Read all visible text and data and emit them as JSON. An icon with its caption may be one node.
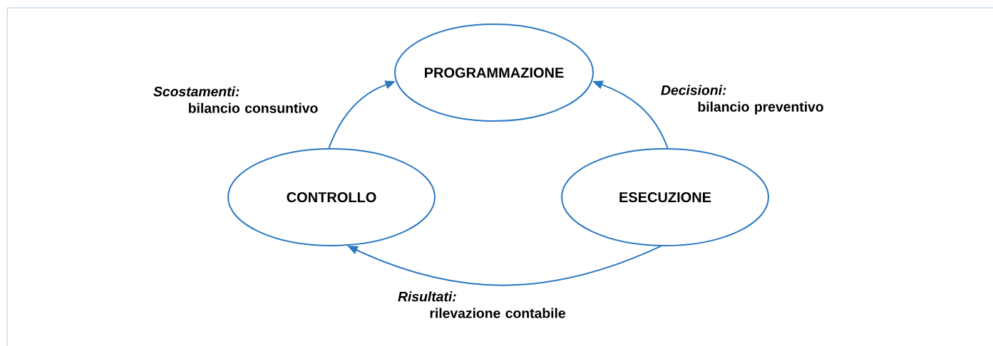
{
  "diagram": {
    "nodes": [
      {
        "text": [
          "PROGRAMMAZIONE"
        ]
      },
      {
        "text": [
          "CONTROLLO"
        ]
      },
      {
        "text": [
          "ESECUZIONE"
        ]
      }
    ],
    "edges": [
      {
        "from": 1,
        "to": 0,
        "arrow": "to",
        "label": "*Scostamenti:* bilancio consuntivo"
      },
      {
        "from": 2,
        "to": 0,
        "arrow": "to",
        "label": "*Decisioni:* bilancio preventivo"
      },
      {
        "from": 2,
        "to": 1,
        "arrow": "to",
        "label": "*Risultati:* rilevazione contabile"
      }
    ]
  }
}
